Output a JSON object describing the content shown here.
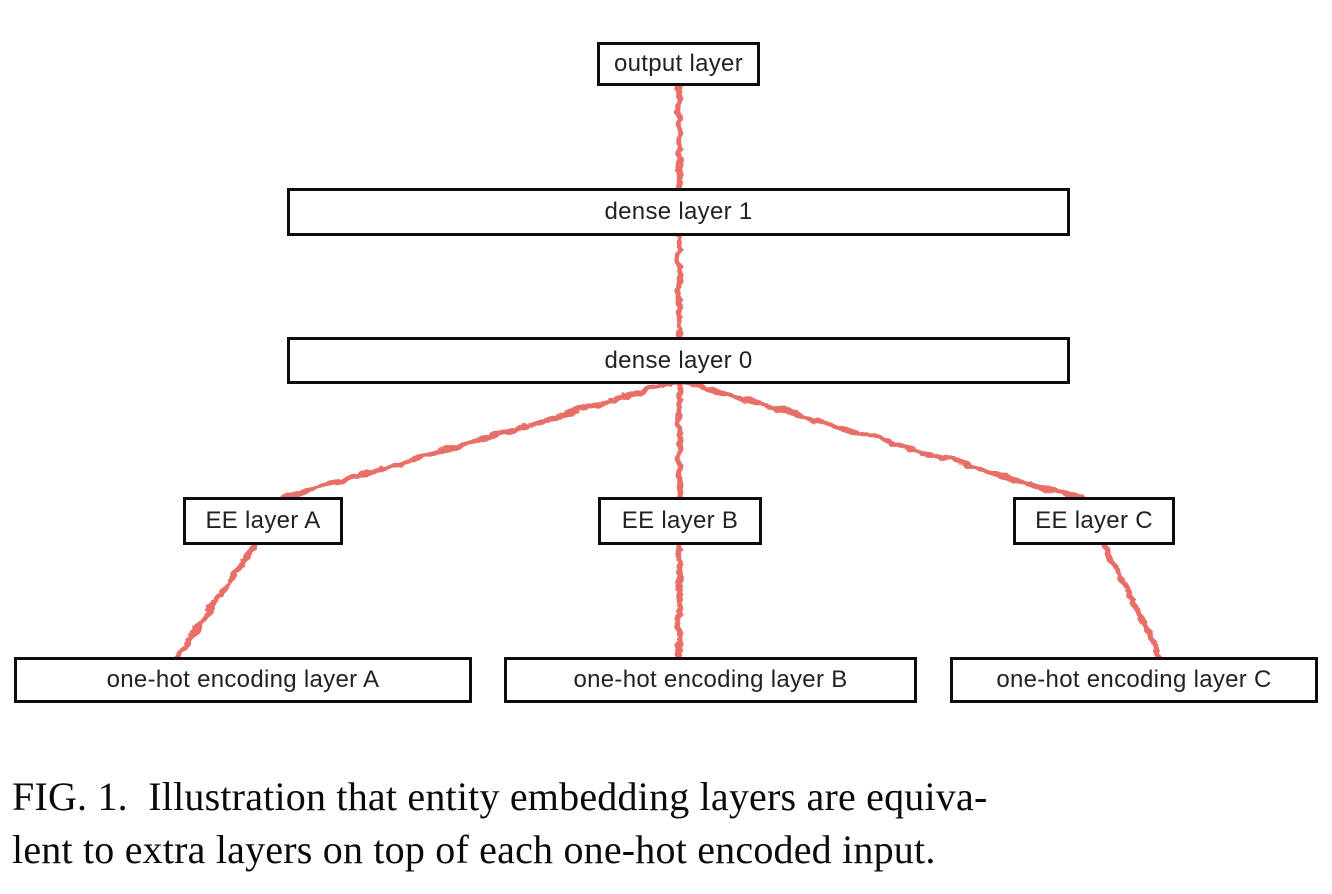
{
  "figure": {
    "edge_color": "#e5645c",
    "box_border_color": "#0d0d0d",
    "nodes": {
      "output": "output layer",
      "dense1": "dense layer 1",
      "dense0": "dense layer 0",
      "ee_a": "EE layer A",
      "ee_b": "EE layer B",
      "ee_c": "EE layer C",
      "onehot_a": "one-hot encoding layer A",
      "onehot_b": "one-hot encoding layer B",
      "onehot_c": "one-hot encoding layer C"
    },
    "edges": [
      {
        "from": "output layer",
        "to": "dense layer 1"
      },
      {
        "from": "dense layer 1",
        "to": "dense layer 0"
      },
      {
        "from": "dense layer 0",
        "to": "EE layer A"
      },
      {
        "from": "dense layer 0",
        "to": "EE layer B"
      },
      {
        "from": "dense layer 0",
        "to": "EE layer C"
      },
      {
        "from": "EE layer A",
        "to": "one-hot encoding layer A"
      },
      {
        "from": "EE layer B",
        "to": "one-hot encoding layer B"
      },
      {
        "from": "EE layer C",
        "to": "one-hot encoding layer C"
      }
    ]
  },
  "caption": {
    "line1": "FIG. 1.  Illustration that entity embedding layers are equiva-",
    "line2": "lent to extra layers on top of each one-hot encoded input."
  }
}
